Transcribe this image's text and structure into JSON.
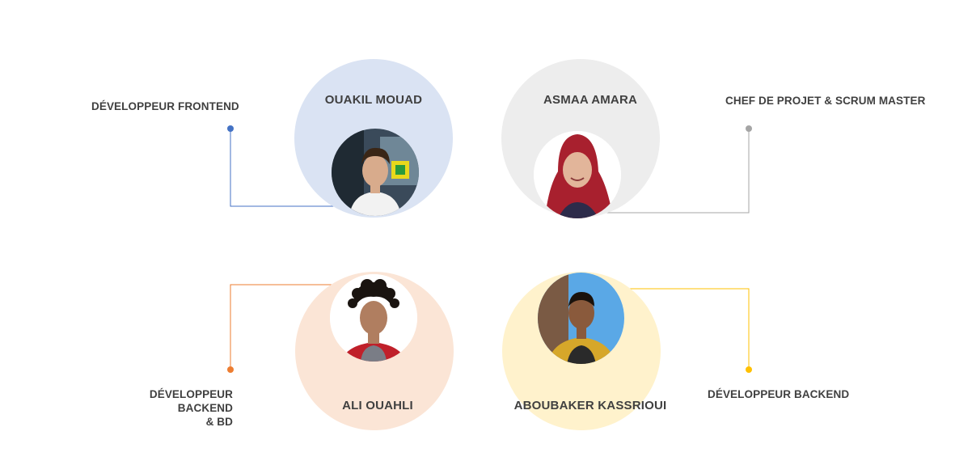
{
  "members": [
    {
      "name": "OUAKIL MOUAD",
      "role": "DÉVELOPPEUR FRONTEND",
      "photo": "portrait-photo",
      "circle_color": "#dae3f3",
      "accent_color": "#4472c4"
    },
    {
      "name": "ASMAA AMARA",
      "role": "CHEF DE PROJET & SCRUM MASTER",
      "photo": "portrait-photo",
      "circle_color": "#ededed",
      "accent_color": "#a5a5a5"
    },
    {
      "name": "ALI OUAHLI",
      "role_line1": "DÉVELOPPEUR BACKEND",
      "role_line2": "& BD",
      "photo": "portrait-photo",
      "circle_color": "#fbe5d6",
      "accent_color": "#ed7d31"
    },
    {
      "name": "ABOUBAKER KASSRIOUI",
      "role": "DÉVELOPPEUR BACKEND",
      "photo": "portrait-photo",
      "circle_color": "#fff2cc",
      "accent_color": "#ffc000"
    }
  ]
}
